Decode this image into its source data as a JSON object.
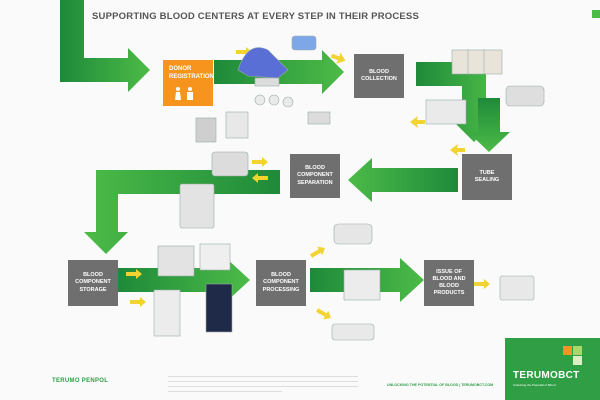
{
  "title": "SUPPORTING BLOOD CENTERS AT EVERY STEP IN THEIR PROCESS",
  "steps": {
    "donor": "DONOR REGISTRATION",
    "collection": "BLOOD COLLECTION",
    "sealing": "TUBE SEALING",
    "separation": "BLOOD COMPONENT SEPARATION",
    "storage": "BLOOD COMPONENT STORAGE",
    "processing": "BLOOD COMPONENT PROCESSING",
    "issue": "ISSUE OF BLOOD AND BLOOD PRODUCTS"
  },
  "footer": {
    "left_brand": "TERUMO PENPOL",
    "tagline": "UNLOCKING THE POTENTIAL OF BLOOD  |  TERUMOBCT.COM",
    "right_brand": "TERUMOBCT",
    "right_sub": "Unlocking the Potential of Blood"
  },
  "colors": {
    "green": "#2f9e44",
    "light_green": "#7ac943",
    "orange": "#f7941d",
    "grey_box": "#6f6f6f",
    "yellow_arrow": "#f2d330"
  }
}
